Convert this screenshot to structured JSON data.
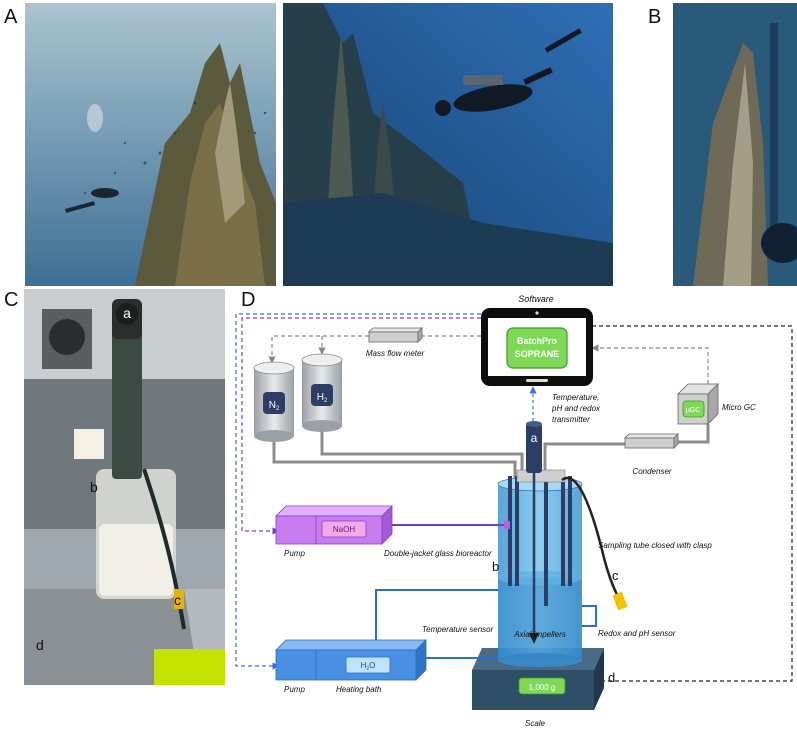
{
  "panels": {
    "a": "A",
    "b": "B",
    "c": "C",
    "d": "D"
  },
  "photo_c": {
    "a": "a",
    "b": "b",
    "c": "c",
    "d": "d"
  },
  "diagram": {
    "software": "Software",
    "batchpro_1": "BatchPro",
    "batchpro_2": "SOPRANE",
    "mass_flow_meter": "Mass flow meter",
    "n2_base": "N",
    "n2_sub": "2",
    "h2_base": "H",
    "h2_sub": "2",
    "transmitter_1": "Temperature,",
    "transmitter_2": "pH and redox",
    "transmitter_3": "transmitter",
    "micro_gc_chip": "µGC",
    "micro_gc": "Micro GC",
    "a": "a",
    "condenser": "Condenser",
    "naoh": "NaOH",
    "pump_top": "Pump",
    "bioreactor": "Double-jacket glass bioreactor",
    "sampling": "Sampling tube closed with clasp",
    "b": "b",
    "c": "c",
    "temp_sensor": "Temperature sensor",
    "redox_sensor": "Redox and pH sensor",
    "h2o_base": "H",
    "h2o_sub": "2",
    "h2o_end": "O",
    "pump_bottom": "Pump",
    "heating_bath": "Heating bath",
    "axial": "Axial impellers",
    "scale_value": "1,000 g",
    "d": "d",
    "scale": "Scale"
  },
  "colors": {
    "reactor_blue": "#4aa3df",
    "dark_navy": "#2c3e64",
    "pump_purple": "#c77df0",
    "pump_blue": "#4a90e2",
    "chip_green": "#7ed957",
    "scale_dark": "#2f4f67"
  }
}
